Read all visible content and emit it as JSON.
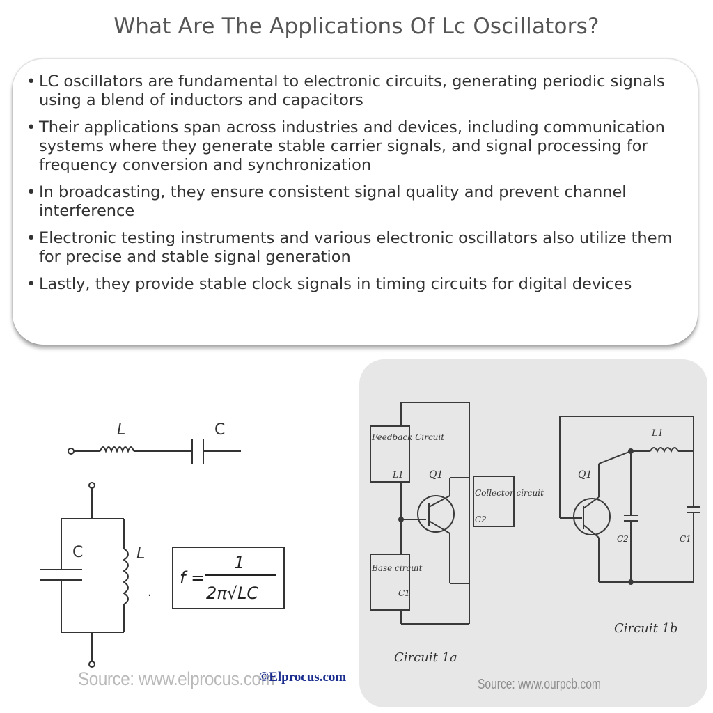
{
  "title": "What Are The Applications Of Lc Oscillators?",
  "bullets": [
    "LC oscillators are fundamental to electronic circuits, generating periodic signals using a blend of inductors and capacitors",
    "Their applications span across industries and devices, including communication systems where they generate stable carrier signals, and signal processing for frequency conversion and synchronization",
    "In broadcasting, they ensure consistent signal quality and prevent channel interference",
    "Electronic testing instruments and various electronic oscillators also utilize them for precise and stable signal generation",
    "Lastly, they provide stable clock signals in timing circuits for digital devices"
  ],
  "left_figure": {
    "series_labels": {
      "inductor": "L",
      "capacitor": "C"
    },
    "parallel_labels": {
      "capacitor": "C",
      "inductor": "L"
    },
    "formula": {
      "lhs": "f =",
      "numerator": "1",
      "denominator": "2π√LC"
    },
    "source": "Source: www.elprocus.com",
    "logo": "©Elprocus.com"
  },
  "right_figure": {
    "labels": {
      "feedback": "Feedback Circuit",
      "l1": "L1",
      "q1": "Q1",
      "collector": "Collector circuit",
      "c2": "C2",
      "base": "Base circuit",
      "c1": "C1",
      "circuit_a": "Circuit 1a",
      "circuit_b": "Circuit 1b"
    },
    "source": "Source: www.ourpcb.com"
  }
}
